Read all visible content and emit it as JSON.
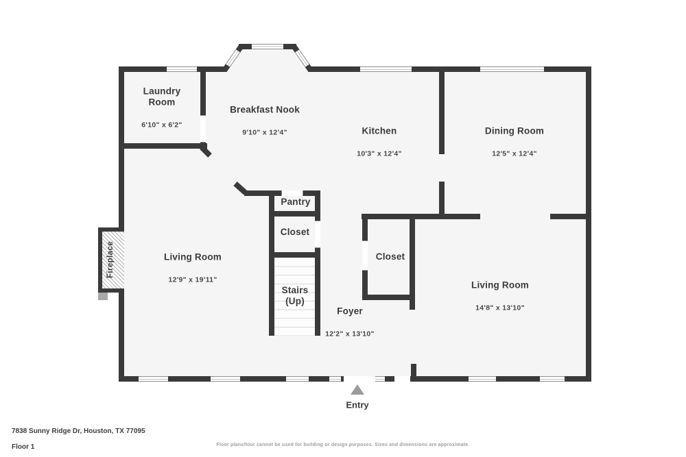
{
  "plan": {
    "colors": {
      "wall": "#3a3a3a",
      "floor": "#f5f5f6",
      "win_frame": "#8f8f8f",
      "win_center": "#c2c2c2",
      "step": "#d9d9d9",
      "hatch": "#b0b0b0",
      "label": "#3b3b3b",
      "dims": "#474747",
      "arrow": "#9b9b9b",
      "muted": "#9e9e9e",
      "footer": "#3d3d3d"
    },
    "rooms": {
      "laundry": {
        "name": "Laundry\nRoom",
        "dims": "6'10\" x 6'2\""
      },
      "breakfast_nook": {
        "name": "Breakfast Nook",
        "dims": "9'10\" x 12'4\""
      },
      "kitchen": {
        "name": "Kitchen",
        "dims": "10'3\" x 12'4\""
      },
      "dining_room": {
        "name": "Dining Room",
        "dims": "12'5\" x 12'4\""
      },
      "pantry": {
        "name": "Pantry"
      },
      "closet_hall": {
        "name": "Closet"
      },
      "stairs": {
        "name": "Stairs\n(Up)"
      },
      "living_room_left": {
        "name": "Living Room",
        "dims": "12'9\" x 19'11\""
      },
      "closet_foyer": {
        "name": "Closet"
      },
      "foyer": {
        "name": "Foyer",
        "dims": "12'2\" x 13'10\""
      },
      "living_room_right": {
        "name": "Living Room",
        "dims": "14'8\" x 13'10\""
      },
      "fireplace": {
        "name": "Fireplace"
      },
      "entry": {
        "name": "Entry"
      }
    }
  },
  "footer": {
    "address": "7838 Sunny Ridge Dr, Houston, TX 77095",
    "floor": "Floor 1",
    "disclaimer": "Floor plans/tour cannot be used for building or design purposes. Sizes and dimensions are approximate."
  }
}
